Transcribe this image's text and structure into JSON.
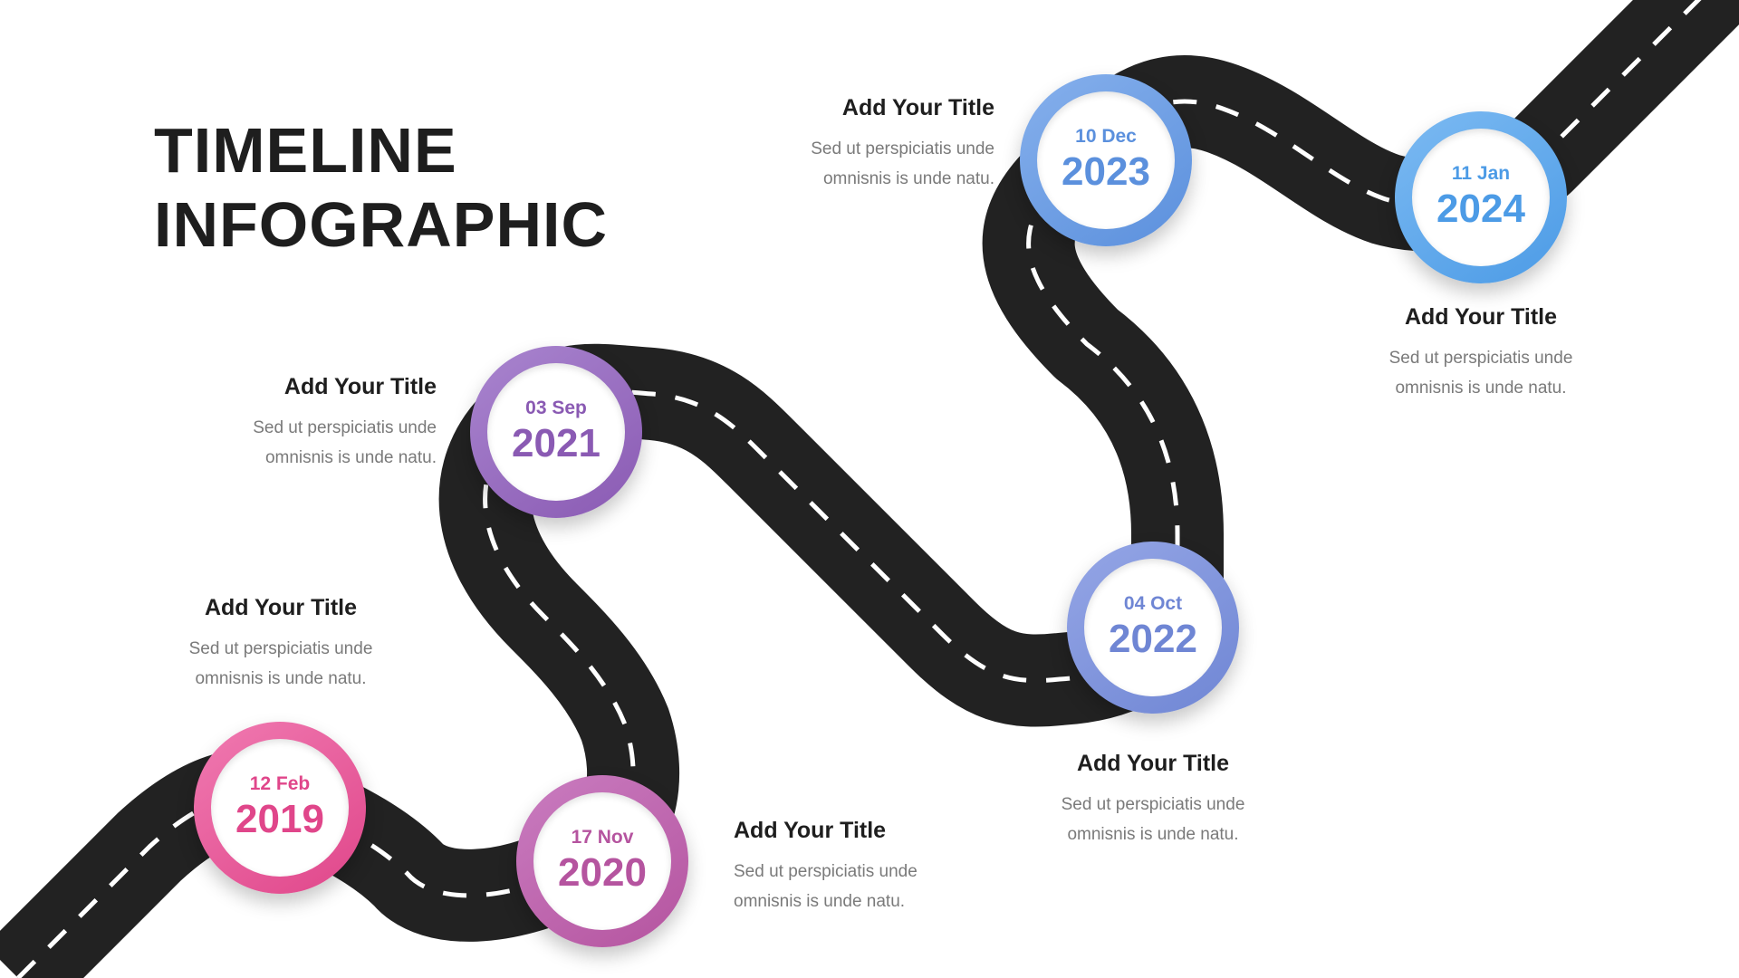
{
  "heading": {
    "line1": "TIMELINE",
    "line2": "INFOGRAPHIC"
  },
  "colors": {
    "road": "#222222",
    "dash": "#ffffff",
    "text_dark": "#1e1e1e",
    "text_muted": "#7a7a7a"
  },
  "milestones": [
    {
      "date": "12 Feb",
      "year": "2019",
      "title": "Add Your Title",
      "desc1": "Sed ut perspiciatis unde",
      "desc2": "omnisnis is unde natu.",
      "color": "#e0468a",
      "color_light": "#f07ab1"
    },
    {
      "date": "17 Nov",
      "year": "2020",
      "title": "Add Your Title",
      "desc1": "Sed ut perspiciatis unde",
      "desc2": "omnisnis is unde natu.",
      "color": "#b5549f",
      "color_light": "#c97cc0"
    },
    {
      "date": "03 Sep",
      "year": "2021",
      "title": "Add Your Title",
      "desc1": "Sed ut perspiciatis unde",
      "desc2": "omnisnis is unde natu.",
      "color": "#8a5ab3",
      "color_light": "#a985cf"
    },
    {
      "date": "04 Oct",
      "year": "2022",
      "title": "Add Your Title",
      "desc1": "Sed ut perspiciatis unde",
      "desc2": "omnisnis is unde natu.",
      "color": "#6f86d4",
      "color_light": "#95a6e6"
    },
    {
      "date": "10 Dec",
      "year": "2023",
      "title": "Add Your Title",
      "desc1": "Sed ut perspiciatis unde",
      "desc2": "omnisnis is unde natu.",
      "color": "#5b90dd",
      "color_light": "#86b0ec"
    },
    {
      "date": "11 Jan",
      "year": "2024",
      "title": "Add Your Title",
      "desc1": "Sed ut perspiciatis unde",
      "desc2": "omnisnis is unde natu.",
      "color": "#4c9be6",
      "color_light": "#7cbaf2"
    }
  ]
}
